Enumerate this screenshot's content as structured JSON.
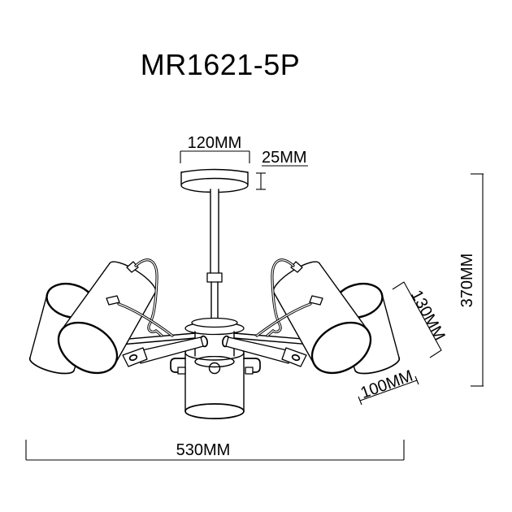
{
  "title": "MR1621-5P",
  "dimensions": {
    "canopy_width": "120MM",
    "canopy_height": "25MM",
    "total_height": "370MM",
    "shade_length": "130MM",
    "shade_diameter": "100MM",
    "total_width": "530MM"
  },
  "colors": {
    "line": "#000000",
    "background": "#ffffff"
  }
}
